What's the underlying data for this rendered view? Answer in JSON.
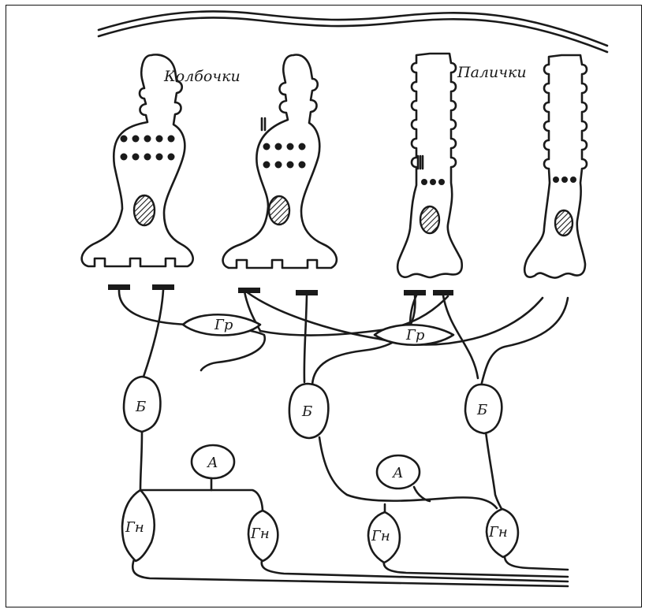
{
  "labels": {
    "cones": "Колбочки",
    "rods": "Палички",
    "horizontal_1": "Гр",
    "horizontal_2": "Гр",
    "bipolar_1": "Б",
    "bipolar_2": "Б",
    "bipolar_3": "Б",
    "amacrine_1": "А",
    "amacrine_2": "А",
    "ganglion_1": "Гн",
    "ganglion_2": "Гн",
    "ganglion_3": "Гн",
    "ganglion_4": "Гн"
  },
  "colors": {
    "stroke": "#1a1a1a",
    "background": "#ffffff"
  }
}
